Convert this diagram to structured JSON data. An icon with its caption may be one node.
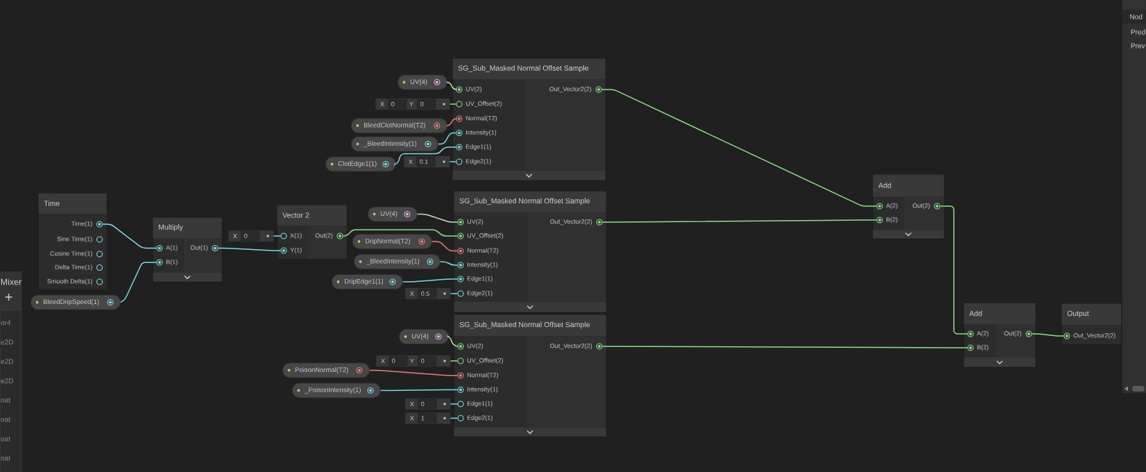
{
  "diagram": {
    "nodes": [
      {
        "text": [
          "Time"
        ]
      },
      {
        "text": [],
        "shape": "circle",
        "beside": [
          "Time(1)"
        ],
        "in": 0
      },
      {
        "text": [],
        "shape": "circle",
        "beside": [
          "Sine Time(1)"
        ],
        "in": 0
      },
      {
        "text": [],
        "shape": "circle",
        "beside": [
          "Cosine Time(1)"
        ],
        "in": 0
      },
      {
        "text": [],
        "shape": "circle",
        "beside": [
          "Delta Time(1)"
        ],
        "in": 0
      },
      {
        "text": [],
        "shape": "circle",
        "beside": [
          "Smooth Delta(1)"
        ],
        "in": 0
      },
      {
        "text": [
          "BleedDripSpeed(1)"
        ]
      },
      {
        "text": [
          "Multiply"
        ]
      },
      {
        "text": [],
        "shape": "circle",
        "beside": [
          "A(1)"
        ],
        "in": 7
      },
      {
        "text": [],
        "shape": "circle",
        "beside": [
          "B(1)"
        ],
        "in": 7
      },
      {
        "text": [],
        "shape": "circle",
        "beside": [
          "Out(1)"
        ],
        "in": 7
      },
      {
        "text": [
          "X",
          "0"
        ]
      },
      {
        "text": [
          "Vector 2"
        ]
      },
      {
        "text": [],
        "shape": "circle",
        "beside": [
          "X(1)"
        ],
        "in": 12
      },
      {
        "text": [],
        "shape": "circle",
        "beside": [
          "Y(1)"
        ],
        "in": 12
      },
      {
        "text": [],
        "shape": "circle",
        "beside": [
          "Out(2)"
        ],
        "in": 12
      },
      {
        "text": [
          "UV(4)"
        ]
      },
      {
        "text": [
          "X",
          "0",
          "Y",
          "0"
        ]
      },
      {
        "text": [
          "BleedClotNormal(T2)"
        ]
      },
      {
        "text": [
          "_BleedIntensity(1)"
        ]
      },
      {
        "text": [
          "ClotEdge1(1)"
        ]
      },
      {
        "text": [
          "X",
          "0.1"
        ]
      },
      {
        "text": [
          "SG_Sub_Masked Normal Offset Sample"
        ]
      },
      {
        "text": [],
        "shape": "circle",
        "beside": [
          "UV(2)"
        ],
        "in": 22
      },
      {
        "text": [],
        "shape": "circle",
        "beside": [
          "UV_Offset(2)"
        ],
        "in": 22
      },
      {
        "text": [],
        "shape": "circle",
        "beside": [
          "Normal(T2)"
        ],
        "in": 22
      },
      {
        "text": [],
        "shape": "circle",
        "beside": [
          "Intensity(1)"
        ],
        "in": 22
      },
      {
        "text": [],
        "shape": "circle",
        "beside": [
          "Edge1(1)"
        ],
        "in": 22
      },
      {
        "text": [],
        "shape": "circle",
        "beside": [
          "Edge2(1)"
        ],
        "in": 22
      },
      {
        "text": [],
        "shape": "circle",
        "beside": [
          "Out_Vector2(2)"
        ],
        "in": 22
      },
      {
        "text": [
          "UV(4)"
        ]
      },
      {
        "text": [
          "DripNormal(T2)"
        ]
      },
      {
        "text": [
          "_BleedIntensity(1)"
        ]
      },
      {
        "text": [
          "DripEdge1(1)"
        ]
      },
      {
        "text": [
          "X",
          "0.5"
        ]
      },
      {
        "text": [
          "SG_Sub_Masked Normal Offset Sample"
        ]
      },
      {
        "text": [],
        "shape": "circle",
        "beside": [
          "UV(2)"
        ],
        "in": 35
      },
      {
        "text": [],
        "shape": "circle",
        "beside": [
          "UV_Offset(2)"
        ],
        "in": 35
      },
      {
        "text": [],
        "shape": "circle",
        "beside": [
          "Normal(T2)"
        ],
        "in": 35
      },
      {
        "text": [],
        "shape": "circle",
        "beside": [
          "Intensity(1)"
        ],
        "in": 35
      },
      {
        "text": [],
        "shape": "circle",
        "beside": [
          "Edge1(1)"
        ],
        "in": 35
      },
      {
        "text": [],
        "shape": "circle",
        "beside": [
          "Edge2(1)"
        ],
        "in": 35
      },
      {
        "text": [],
        "shape": "circle",
        "beside": [
          "Out_Vector2(2)"
        ],
        "in": 35
      },
      {
        "text": [
          "UV(4)"
        ]
      },
      {
        "text": [
          "X",
          "0",
          "Y",
          "0"
        ]
      },
      {
        "text": [
          "PoisonNormal(T2)"
        ]
      },
      {
        "text": [
          "_PoisonIntensity(1)"
        ]
      },
      {
        "text": [
          "X",
          "0"
        ]
      },
      {
        "text": [
          "X",
          "1"
        ]
      },
      {
        "text": [
          "SG_Sub_Masked Normal Offset Sample"
        ]
      },
      {
        "text": [],
        "shape": "circle",
        "beside": [
          "UV(2)"
        ],
        "in": 49
      },
      {
        "text": [],
        "shape": "circle",
        "beside": [
          "UV_Offset(2)"
        ],
        "in": 49
      },
      {
        "text": [],
        "shape": "circle",
        "beside": [
          "Normal(T2)"
        ],
        "in": 49
      },
      {
        "text": [],
        "shape": "circle",
        "beside": [
          "Intensity(1)"
        ],
        "in": 49
      },
      {
        "text": [],
        "shape": "circle",
        "beside": [
          "Edge1(1)"
        ],
        "in": 49
      },
      {
        "text": [],
        "shape": "circle",
        "beside": [
          "Edge2(1)"
        ],
        "in": 49
      },
      {
        "text": [],
        "shape": "circle",
        "beside": [
          "Out_Vector2(2)"
        ],
        "in": 49
      },
      {
        "text": [
          "Add"
        ]
      },
      {
        "text": [],
        "shape": "circle",
        "beside": [
          "A(2)"
        ],
        "in": 57
      },
      {
        "text": [],
        "shape": "circle",
        "beside": [
          "B(2)"
        ],
        "in": 57
      },
      {
        "text": [],
        "shape": "circle",
        "beside": [
          "Out(2)"
        ],
        "in": 57
      },
      {
        "text": [
          "Add"
        ]
      },
      {
        "text": [],
        "shape": "circle",
        "beside": [
          "A(2)"
        ],
        "in": 61
      },
      {
        "text": [],
        "shape": "circle",
        "beside": [
          "B(2)"
        ],
        "in": 61
      },
      {
        "text": [],
        "shape": "circle",
        "beside": [
          "Out(2)"
        ],
        "in": 61
      },
      {
        "text": [
          "Output"
        ]
      },
      {
        "text": [],
        "shape": "circle",
        "beside": [
          "Out_Vector2(2)"
        ],
        "in": 65
      },
      {
        "text": [
          "Mixer",
          "or4",
          "e2D",
          "e2D",
          "e2D",
          "oat",
          "oat",
          "oat",
          "oat"
        ]
      },
      {
        "text": [
          "Nod",
          "Pred",
          "Prev"
        ]
      }
    ],
    "edges": [
      {
        "from": 1,
        "to": 8,
        "arrow": "none"
      },
      {
        "from": 6,
        "to": 9,
        "arrow": "none"
      },
      {
        "from": 10,
        "to": 14,
        "arrow": "none"
      },
      {
        "from": 11,
        "to": 13,
        "arrow": "none"
      },
      {
        "from": 16,
        "to": 23,
        "arrow": "none",
        "color": "#bfe3b4"
      },
      {
        "from": 17,
        "to": 24,
        "arrow": "none",
        "color": "#8fe08a"
      },
      {
        "from": 18,
        "to": 25,
        "arrow": "none",
        "color": "#e88080"
      },
      {
        "from": 19,
        "to": 26,
        "arrow": "none"
      },
      {
        "from": 20,
        "to": 27,
        "arrow": "none"
      },
      {
        "from": 21,
        "to": 28,
        "arrow": "none"
      },
      {
        "from": 15,
        "to": 37,
        "arrow": "none",
        "color": "#8fe08a"
      },
      {
        "from": 30,
        "to": 36,
        "arrow": "none",
        "color": "#bfe3b4"
      },
      {
        "from": 31,
        "to": 38,
        "arrow": "none",
        "color": "#e88080"
      },
      {
        "from": 32,
        "to": 39,
        "arrow": "none"
      },
      {
        "from": 33,
        "to": 40,
        "arrow": "none"
      },
      {
        "from": 34,
        "to": 41,
        "arrow": "none"
      },
      {
        "from": 43,
        "to": 50,
        "arrow": "none",
        "color": "#bfe3b4"
      },
      {
        "from": 44,
        "to": 51,
        "arrow": "none",
        "color": "#8fe08a"
      },
      {
        "from": 45,
        "to": 52,
        "arrow": "none",
        "color": "#e88080"
      },
      {
        "from": 46,
        "to": 53,
        "arrow": "none"
      },
      {
        "from": 47,
        "to": 54,
        "arrow": "none"
      },
      {
        "from": 48,
        "to": 55,
        "arrow": "none"
      },
      {
        "from": 29,
        "to": 58,
        "arrow": "none",
        "color": "#8fe08a"
      },
      {
        "from": 42,
        "to": 59,
        "arrow": "none",
        "color": "#8fe08a"
      },
      {
        "from": 60,
        "to": 62,
        "arrow": "none",
        "color": "#8fe08a"
      },
      {
        "from": 56,
        "to": 63,
        "arrow": "none",
        "color": "#8fe08a"
      },
      {
        "from": 64,
        "to": 66,
        "arrow": "none",
        "color": "#8fe08a"
      }
    ]
  }
}
